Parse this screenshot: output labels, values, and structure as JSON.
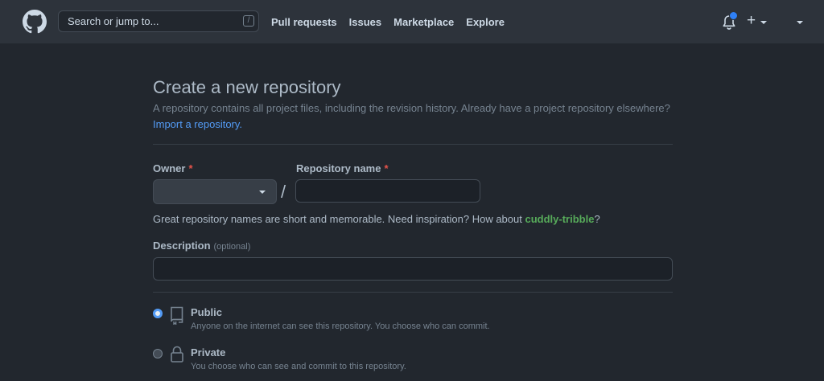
{
  "header": {
    "search_placeholder": "Search or jump to...",
    "search_shortcut": "/",
    "nav": [
      "Pull requests",
      "Issues",
      "Marketplace",
      "Explore"
    ],
    "plus_label": "+"
  },
  "page": {
    "title": "Create a new repository",
    "subtitle": "A repository contains all project files, including the revision history. Already have a project repository elsewhere?",
    "import_link": "Import a repository.",
    "owner_label": "Owner",
    "required_mark": "*",
    "separator": "/",
    "repo_name_label": "Repository name",
    "hint_prefix": "Great repository names are short and memorable. Need inspiration? How about",
    "hint_suggestion": "cuddly-tribble",
    "hint_suffix": "?",
    "description_label": "Description",
    "description_optional": "(optional)",
    "visibility": [
      {
        "label": "Public",
        "description": "Anyone on the internet can see this repository. You choose who can commit.",
        "selected": true
      },
      {
        "label": "Private",
        "description": "You choose who can see and commit to this repository.",
        "selected": false
      }
    ]
  },
  "colors": {
    "background": "#22272e",
    "header": "#2d333b",
    "link": "#539bf5",
    "suggestion": "#57ab5a",
    "required": "#e5534b"
  }
}
